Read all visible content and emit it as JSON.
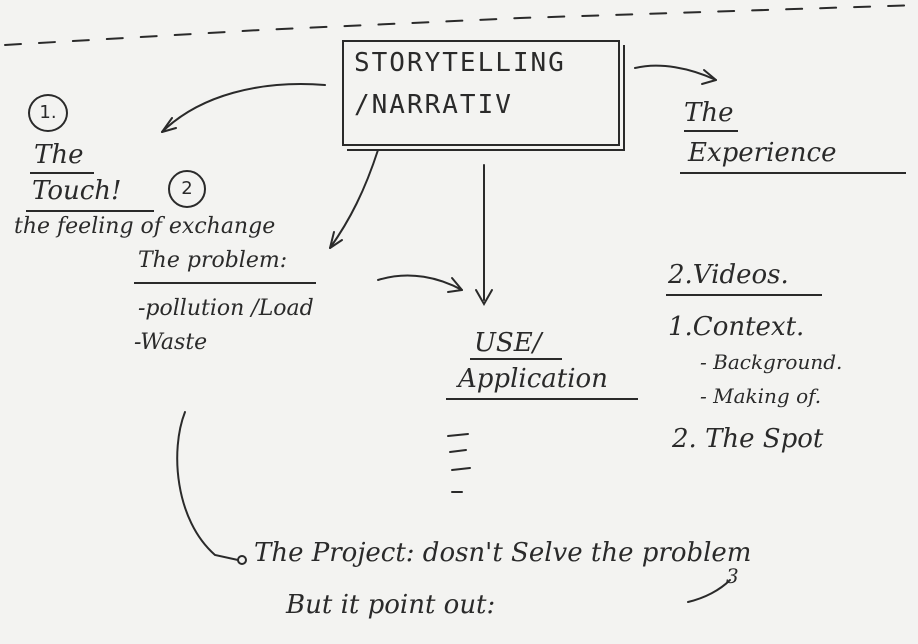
{
  "nodes": {
    "center_line1": "STORYTELLING",
    "center_line2": "/NARRATIV",
    "experience_line1": "The",
    "experience_line2": "Experience",
    "touch_number": "1.",
    "touch_line1": "The",
    "touch_line2": "Touch!",
    "problem_number": "2",
    "feeling": "the feeling of exchange",
    "problem_title": "The problem:",
    "problem_item1": "-pollution /Load",
    "problem_item2": "-Waste",
    "use_line1": "USE/",
    "use_line2": "Application",
    "videos_title": "2.Videos.",
    "videos_item1": "1.Context.",
    "videos_item1a": "- Background.",
    "videos_item1b": "- Making of.",
    "videos_item2": "2. The Spot",
    "project_line1": "The Project: dosn't Selve the problem",
    "project_line2": "But it point out:",
    "project_number": "3"
  }
}
